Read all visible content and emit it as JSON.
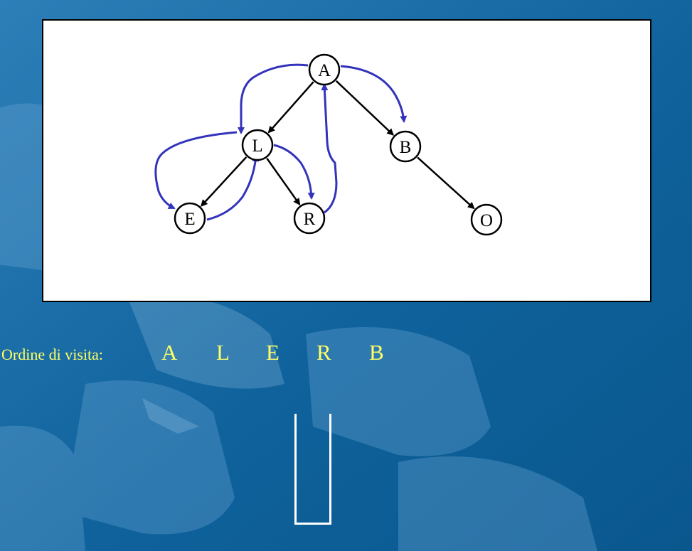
{
  "tree": {
    "nodes": [
      {
        "id": "A",
        "label": "A"
      },
      {
        "id": "L",
        "label": "L"
      },
      {
        "id": "B",
        "label": "B"
      },
      {
        "id": "E",
        "label": "E"
      },
      {
        "id": "R",
        "label": "R"
      },
      {
        "id": "O",
        "label": "O"
      }
    ],
    "edges": [
      {
        "from": "A",
        "to": "L"
      },
      {
        "from": "A",
        "to": "B"
      },
      {
        "from": "L",
        "to": "E"
      },
      {
        "from": "L",
        "to": "R"
      },
      {
        "from": "B",
        "to": "O"
      }
    ]
  },
  "traversal": {
    "label": "Ordine di visita:",
    "sequence": [
      "A",
      "L",
      "E",
      "R",
      "B"
    ]
  },
  "colors": {
    "background": "#0d5e98",
    "traversal_arrow": "#3333bb",
    "edge": "#000000",
    "visit_text": "#ffff66",
    "stack": "#ffffff"
  }
}
